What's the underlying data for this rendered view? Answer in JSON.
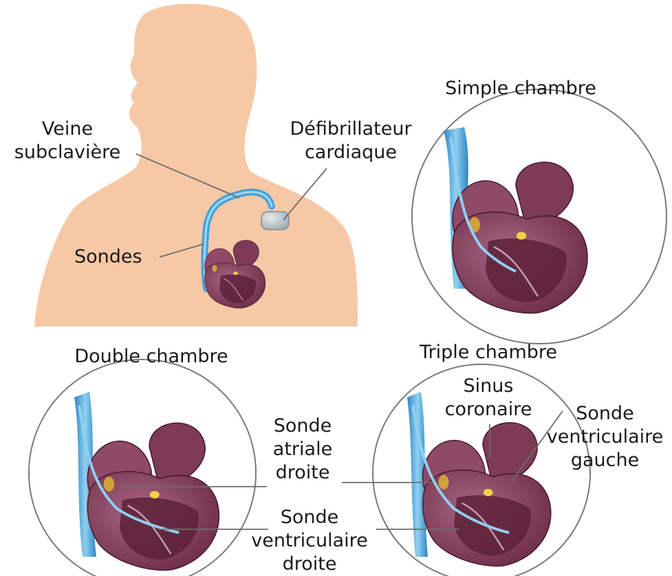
{
  "labels": {
    "veine_line1": "Veine",
    "veine_line2": "subclavière",
    "defib_line1": "Défibrillateur",
    "defib_line2": "cardiaque",
    "sondes": "Sondes",
    "simple_chambre": "Simple chambre",
    "double_chambre": "Double chambre",
    "triple_chambre": "Triple chambre",
    "sinus_line1": "Sinus",
    "sinus_line2": "coronaire",
    "sonde_vg_line1": "Sonde",
    "sonde_vg_line2": "ventriculaire",
    "sonde_vg_line3": "gauche",
    "sonde_ad_line1": "Sonde",
    "sonde_ad_line2": "atriale",
    "sonde_ad_line3": "droite",
    "sonde_vd_line1": "Sonde",
    "sonde_vd_line2": "ventriculaire",
    "sonde_vd_line3": "droite"
  },
  "colors": {
    "skin": "#f7c8a6",
    "heart_dark": "#6b2a45",
    "heart_mid": "#8e4a66",
    "heart_light": "#b7839a",
    "vessel": "#4aa3d8",
    "device": "#b9c3c8",
    "leader_line": "#6e6e6e",
    "circle_outline": "#7a7a7a"
  }
}
